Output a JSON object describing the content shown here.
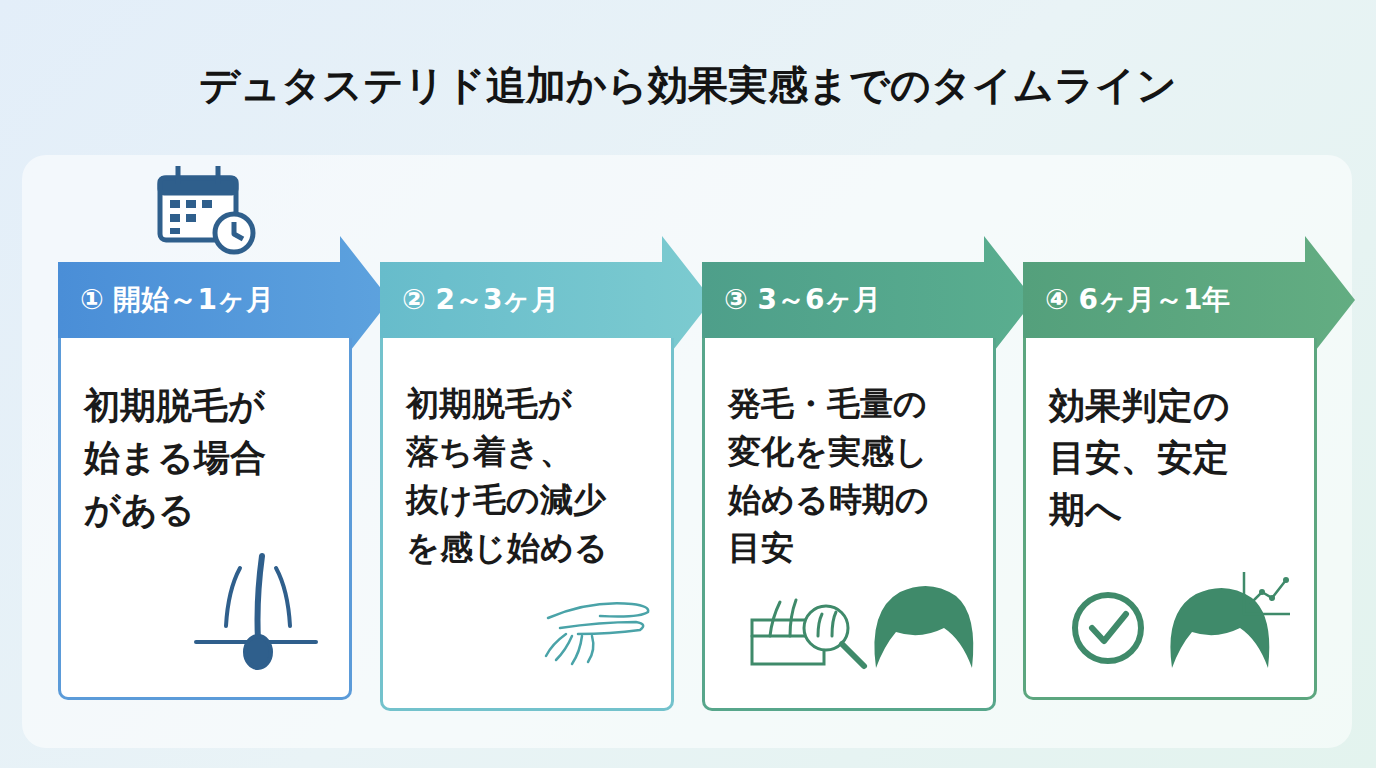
{
  "diagram": {
    "title": "デュタステリド追加から効果実感までのタイムライン",
    "nodes": [
      {
        "text": [
          "① 開始～1ヶ月",
          "初期脱毛が 始まる場合 がある"
        ]
      },
      {
        "text": [
          "② 2～3ヶ月",
          "初期脱毛が 落ち着き、 抜け毛の減少 を感じ始める"
        ]
      },
      {
        "text": [
          "③ 3～6ヶ月",
          "発毛・毛量の 変化を実感し 始める時期の 目安"
        ]
      },
      {
        "text": [
          "④ 6ヶ月～1年",
          "効果判定の 目安、安定 期へ"
        ]
      }
    ]
  }
}
